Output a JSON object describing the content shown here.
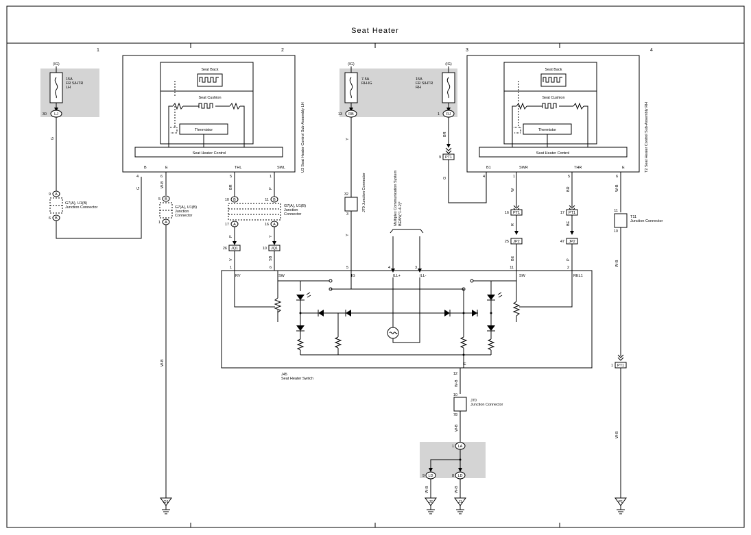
{
  "title": "Seat Heater",
  "columns": [
    "1",
    "2",
    "3",
    "4"
  ],
  "fuses": {
    "fr_lh": {
      "ig": "(IG)",
      "amp": "15A",
      "name1": "FR S/HTR",
      "name2": "LH",
      "pin": "30",
      "conn": "LJ"
    },
    "rh_ig": {
      "ig": "(IG)",
      "amp": "7.5A",
      "name1": "RH-IG",
      "pin": "13",
      "conn": "RB"
    },
    "fr_rh": {
      "ig": "(IG)",
      "amp": "15A",
      "name1": "FR S/HTR",
      "name2": "RH",
      "pin": "1",
      "conn": "RJ"
    }
  },
  "lh_unit": {
    "seat_back": "Seat Back",
    "seat_cushion": "Seat Cushion",
    "thermistor": "Thermistor",
    "control": "Seat Heater Control",
    "pins": {
      "b": "B",
      "e": "E",
      "thl": "THL",
      "swl": "SWL"
    },
    "pin_nums": {
      "b": "4",
      "e": "6",
      "thl": "5",
      "swl": "1"
    },
    "side_label": "U3 Seat Heater Control Sub-Assembly LH"
  },
  "rh_unit": {
    "seat_back": "Seat Back",
    "seat_cushion": "Seat Cushion",
    "thermistor": "Thermistor",
    "control": "Seat Heater Control",
    "pins": {
      "b1": "B1",
      "swr": "SWR",
      "thr": "THR",
      "e": "E"
    },
    "pin_nums": {
      "b1": "4",
      "swr": "1",
      "thr": "5",
      "e": "6"
    },
    "side_label": "T2 Seat Heater Control Sub-Assembly RH"
  },
  "wires": {
    "g": "G",
    "wb": "W-B",
    "br": "BR",
    "p": "P",
    "y": "Y",
    "v": "V",
    "sb": "SB",
    "w": "W",
    "r": "R",
    "be": "BE"
  },
  "junctions": {
    "jc_g7_a": {
      "pin_top": "9",
      "conn_top": "A",
      "pin_bot": "6",
      "conn_bot": "B",
      "label1": "G7(A), U1(B)",
      "label2": "Junction Connector"
    },
    "jc_g7_b": {
      "pin_top": "5",
      "conn_top": "B",
      "pin_bot": "1",
      "conn_bot": "A",
      "label1": "G7(A), U1(B)",
      "label2": "Junction",
      "label3": "Connector"
    },
    "jc_g7_c": {
      "pin_tl": "10",
      "conn_tl": "B",
      "pin_tr": "11",
      "conn_tr": "B",
      "pin_bl": "17",
      "conn_bl": "A",
      "pin_br": "16",
      "conn_br": "A",
      "label1": "G7(A), U1(B)",
      "label2": "Junction",
      "label3": "Connector"
    },
    "j70_top": {
      "pin_top": "32",
      "pin_bot": "3",
      "label": "J70 Junction Connector"
    },
    "t11": {
      "pin_top": "11",
      "pin_bot": "10",
      "label1": "T11",
      "label2": "Junction Connector"
    },
    "j70_bot": {
      "pin_top": "10",
      "pin_bot": "78",
      "label1": "J70",
      "label2": "Junction Connector"
    }
  },
  "inline_conns": {
    "jq1_a": {
      "pin": "26",
      "conn": "JQ1"
    },
    "jq1_b": {
      "pin": "10",
      "conn": "JQ1"
    },
    "pt1_a": {
      "pin": "9",
      "conn": "PT1"
    },
    "pt1_b": {
      "pin": "16",
      "conn": "PT1"
    },
    "pt1_c": {
      "pin": "17",
      "conn": "PT1"
    },
    "jp2_a": {
      "pin": "25",
      "conn": "JP2"
    },
    "jp2_b": {
      "pin": "47",
      "conn": "JP2"
    },
    "pt1_d": {
      "pin": "1",
      "conn": "PT1"
    }
  },
  "switch": {
    "pins": {
      "rv": "RV",
      "sw_l": "SW",
      "ig": "IG",
      "ill_p": "ILL+",
      "ill_m": "ILL-",
      "sw_r": "SW",
      "rel1": "REL1",
      "e": "E"
    },
    "pin_nums": {
      "rv": "1",
      "sw_l": "6",
      "ig": "5",
      "ill_p": "4",
      "ill_m": "3",
      "sw_r": "11",
      "rel1": "2",
      "e": "12"
    },
    "label1": "J45",
    "label2": "Seat Heater Switch"
  },
  "multiplex": {
    "line1": "Multiplex Communication System",
    "line2": "BEAN(*1-4-2)*"
  },
  "ground_block": {
    "pin_top": "1",
    "conn_top": "LA",
    "pin_l": "9",
    "conn_l": "LD",
    "pin_r": "8",
    "conn_r": "LD"
  },
  "grounds": {
    "q1": "Q1",
    "j2": "J2",
    "j1": "J1",
    "p1": "P1"
  }
}
